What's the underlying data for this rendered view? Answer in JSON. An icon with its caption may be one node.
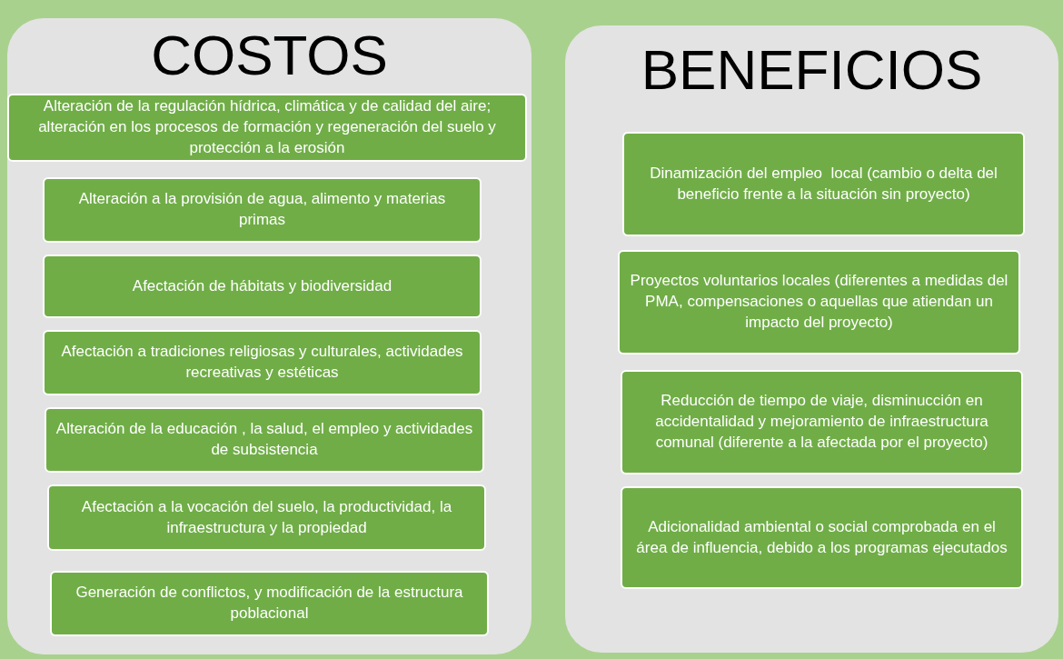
{
  "diagram": {
    "nodes": [
      {
        "text": [
          "COSTOS"
        ]
      },
      {
        "text": [
          "Alteración de la regulación hídrica, climática y de calidad del aire; alteración en los procesos de formación y regeneración del suelo y protección a la erosión"
        ],
        "in": 0
      },
      {
        "text": [
          "Alteración a la provisión de agua, alimento y materias primas"
        ],
        "in": 0
      },
      {
        "text": [
          "Afectación de hábitats y biodiversidad"
        ],
        "in": 0
      },
      {
        "text": [
          "Afectación a tradiciones religiosas y culturales, actividades recreativas y estéticas"
        ],
        "in": 0
      },
      {
        "text": [
          "Alteración de la educación , la salud, el empleo y actividades de subsistencia"
        ],
        "in": 0
      },
      {
        "text": [
          "Afectación a la vocación del suelo, la productividad, la infraestructura y la propiedad"
        ],
        "in": 0
      },
      {
        "text": [
          "Generación de conflictos, y modificación de la estructura poblacional"
        ],
        "in": 0
      },
      {
        "text": [
          "BENEFICIOS"
        ]
      },
      {
        "text": [
          "Dinamización del empleo  local (cambio o delta del beneficio frente a la situación sin proyecto)"
        ],
        "in": 8
      },
      {
        "text": [
          "Proyectos voluntarios locales (diferentes a medidas del PMA, compensaciones o aquellas que atiendan un impacto del proyecto)"
        ],
        "in": 8
      },
      {
        "text": [
          "Reducción de tiempo de viaje, disminucción en accidentalidad y mejoramiento de infraestructura comunal (diferente a la afectada por el proyecto)"
        ],
        "in": 8
      },
      {
        "text": [
          "Adicionalidad ambiental o social comprobada en el  área de influencia, debido a los programas ejecutados"
        ],
        "in": 8
      }
    ]
  }
}
